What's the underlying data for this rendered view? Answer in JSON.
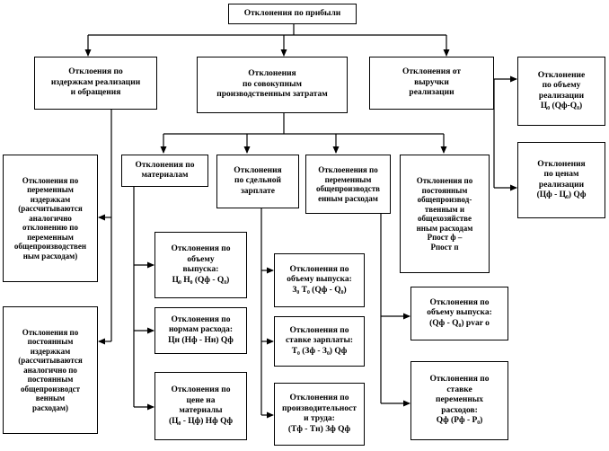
{
  "diagram": {
    "root": {
      "lines": [
        "Отклонения по прибыли"
      ]
    },
    "cost_variance": {
      "lines": [
        "Отклоения по",
        "издержкам реализации",
        "и обращения"
      ]
    },
    "production_costs": {
      "lines": [
        "Отклонения",
        "по совокупным",
        "производственным затратам"
      ]
    },
    "revenue": {
      "lines": [
        "Отклонения от",
        "выручки",
        "реализации"
      ]
    },
    "sales_volume": {
      "lines": [
        "Отклонение",
        "по объему",
        "реализации",
        "Ц₀ (Qф-Q₀)"
      ]
    },
    "price": {
      "lines": [
        "Отклонения",
        "по ценам",
        "реализации",
        "(Цф - Ц₀) Qф"
      ]
    },
    "variable_costs": {
      "lines": [
        "Отклонения по",
        "переменным",
        "издержкам",
        "(рассчитываются",
        "аналогично",
        "отклонению по",
        "переменным",
        "общепроизводствен",
        "ным расходам)"
      ]
    },
    "fixed_costs": {
      "lines": [
        "Отклонения по",
        "постоянным",
        "издержкам",
        "(рассчитываются",
        "аналогично по",
        "постоянным",
        "общепроизводст",
        "венным",
        "расходам)"
      ]
    },
    "materials": {
      "lines": [
        "Отклонения по",
        "материалам"
      ]
    },
    "piece_wages": {
      "lines": [
        "Отклонения",
        "по сдельной",
        "зарплате"
      ]
    },
    "variable_overhead": {
      "lines": [
        "Отклоенения по",
        "переменным",
        "общепроизводств",
        "енным расходам"
      ]
    },
    "fixed_overhead": {
      "lines": [
        "Отклонения по",
        "постоянным",
        "общепроизвод-",
        "твенным и",
        "общехозяйстве",
        "нным расходам",
        "Pпост ф –",
        "Pпост п"
      ]
    },
    "mat_volume": {
      "lines": [
        "Отклонения по",
        "объему",
        "выпуска:",
        "Ц₀ Н₀ (Qф - Q₀)"
      ]
    },
    "mat_norms": {
      "lines": [
        "Отклонения по",
        "нормам расхода:",
        "Цн (Нф - Нн) Qф"
      ]
    },
    "mat_price": {
      "lines": [
        "Отклонения по",
        "цене на",
        "материалы",
        "(Ц₀ - Цф) Нф Qф"
      ]
    },
    "wage_volume": {
      "lines": [
        "Отклонения по",
        "объему выпуска:",
        "З₀ Т₀ (Qф - Q₀)"
      ]
    },
    "wage_rate": {
      "lines": [
        "Отклонения по",
        "ставке зарплаты:",
        "Т₀ (Зф - З₀) Qф"
      ]
    },
    "wage_productivity": {
      "lines": [
        "Отклонения по",
        "производительност",
        "и труда:",
        "(Тф - Тн) Зф Qф"
      ]
    },
    "overhead_volume": {
      "lines": [
        "Отклонения по",
        "объему выпуска:",
        "(Qф - Q₀) pvar o"
      ]
    },
    "overhead_rate": {
      "lines": [
        "Отклонения по",
        "ставке",
        "переменных",
        "расходов:",
        "Qф (Pф - P₀)"
      ]
    }
  }
}
